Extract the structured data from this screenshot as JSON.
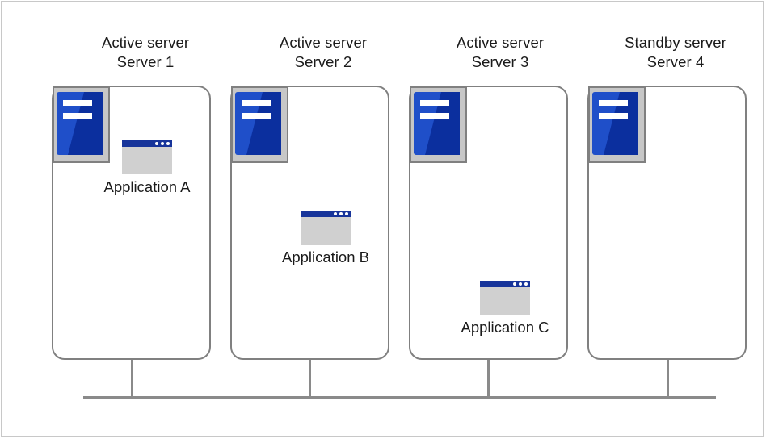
{
  "servers": [
    {
      "role": "Active server",
      "name": "Server 1",
      "application": "Application A"
    },
    {
      "role": "Active server",
      "name": "Server 2",
      "application": "Application B"
    },
    {
      "role": "Active server",
      "name": "Server 3",
      "application": "Application C"
    },
    {
      "role": "Standby server",
      "name": "Server 4",
      "application": ""
    }
  ],
  "colors": {
    "server_blue": "#1f4fc9",
    "server_blue_dark": "#0b2f9e",
    "window_titlebar": "#17349a",
    "window_body": "#d0d0d0",
    "outline": "#808080",
    "network": "#8a8a8a"
  },
  "icons": {
    "server": "server-icon",
    "application": "application-window-icon"
  }
}
